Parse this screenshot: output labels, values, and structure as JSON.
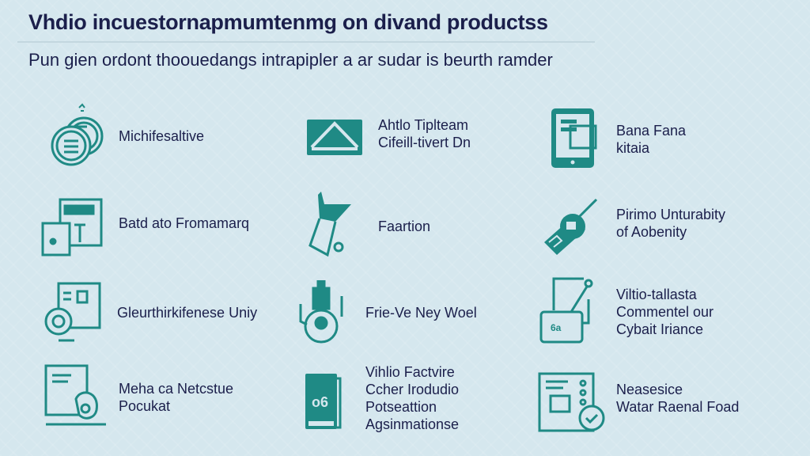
{
  "header": {
    "title": "Vhdio incuestornapmumtenmg on divand productss",
    "subtitle": "Pun gien ordont thoouedangs intrapipler a ar sudar is beurth ramder"
  },
  "colors": {
    "accent": "#1f8a85",
    "text": "#1b1f4b",
    "background": "#d5e7ee"
  },
  "items": [
    {
      "icon": "coins-icon",
      "lines": [
        "Michifesaltive"
      ]
    },
    {
      "icon": "roof-house-icon",
      "lines": [
        "Ahtlo Tiplteam",
        "Cifeill-tivert Dn"
      ]
    },
    {
      "icon": "tablet-document-icon",
      "lines": [
        "Bana Fana",
        "kitaia"
      ]
    },
    {
      "icon": "forms-icon",
      "lines": [
        "Batd ato Fromamarq"
      ]
    },
    {
      "icon": "bird-figure-icon",
      "lines": [
        "Faartion"
      ]
    },
    {
      "icon": "usb-key-icon",
      "lines": [
        "Pirimo Unturabity",
        "of Aobenity"
      ]
    },
    {
      "icon": "monitor-gear-icon",
      "lines": [
        "Gleurthirkifenese Uniy"
      ]
    },
    {
      "icon": "bottle-icon",
      "lines": [
        "Frie-Ve Ney Woel"
      ]
    },
    {
      "icon": "pen-card-icon",
      "lines": [
        "Viltio-tallasta",
        "Commentel our",
        "Cybait Iriance"
      ]
    },
    {
      "icon": "document-hand-icon",
      "lines": [
        "Meha ca Netcstue",
        "Pocukat"
      ]
    },
    {
      "icon": "book-icon",
      "lines": [
        "Vihlio Factvire",
        "Ccher Irodudio",
        "Potseattion",
        "Agsinmationse"
      ]
    },
    {
      "icon": "checklist-icon",
      "lines": [
        "Neasesice",
        "Watar Raenal Foad"
      ]
    }
  ]
}
